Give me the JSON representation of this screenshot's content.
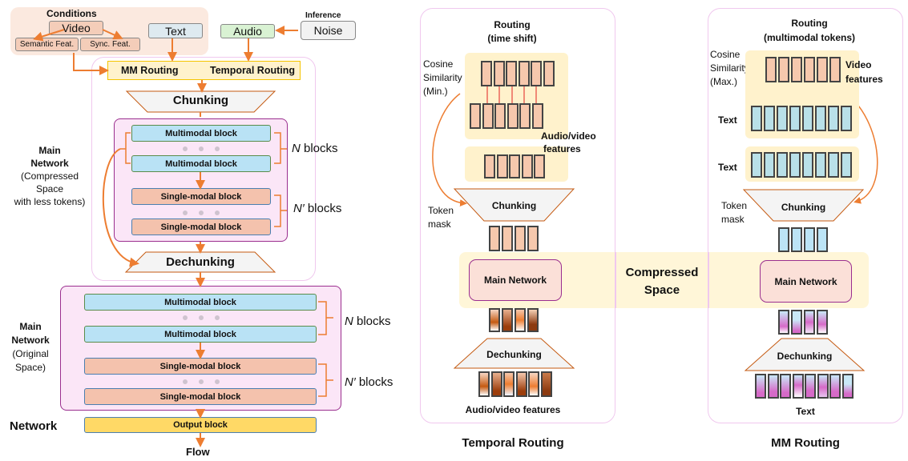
{
  "left": {
    "conditions_title": "Conditions",
    "video": "Video",
    "semantic_feat": "Semantic Feat.",
    "sync_feat": "Sync. Feat.",
    "text": "Text",
    "audio": "Audio",
    "inference": "Inference",
    "noise": "Noise",
    "mm_routing": "MM Routing",
    "temporal_routing": "Temporal Routing",
    "chunking": "Chunking",
    "dechunking": "Dechunking",
    "main_net_compressed": [
      "Main",
      "Network",
      "(Compressed",
      "Space",
      "with less tokens)"
    ],
    "main_net_original": [
      "Main",
      "Network",
      "(Original",
      "Space)"
    ],
    "multimodal_block": "Multimodal block",
    "singlemodal_block": "Single-modal block",
    "n_blocks_var": "N",
    "n_blocks_label": " blocks",
    "nprime_blocks_var": "N′",
    "network_label": "Network",
    "output_block": "Output block",
    "flow": "Flow"
  },
  "temporal": {
    "title_line1": "Routing",
    "title_line2": "(time shift)",
    "cosine": [
      "Cosine",
      "Similarity",
      "(Min.)"
    ],
    "features_label": [
      "Audio/video",
      "features"
    ],
    "chunking": "Chunking",
    "token_mask": [
      "Token",
      "mask"
    ],
    "main_network": "Main Network",
    "dechunking": "Dechunking",
    "bottom_label": "Audio/video features",
    "caption": "Temporal Routing"
  },
  "compressed_space": [
    "Compressed",
    "Space"
  ],
  "mm": {
    "title_line1": "Routing",
    "title_line2": "(multimodal tokens)",
    "cosine": [
      "Cosine",
      "Similarity",
      "(Max.)"
    ],
    "video_features": [
      "Video",
      "features"
    ],
    "text1": "Text",
    "text2": "Text",
    "chunking": "Chunking",
    "token_mask": [
      "Token",
      "mask"
    ],
    "main_network": "Main Network",
    "dechunking": "Dechunking",
    "bottom_label": "Text",
    "caption": "MM Routing"
  },
  "colors": {
    "arrow": "#ed7d31",
    "panel_border": "#f0c8ee",
    "network_border": "#9b2f8f",
    "network_fill": "#fbe6f7",
    "multimodal_fill": "#b9e2f5",
    "singlemodal_fill": "#f4c2ad",
    "output_fill": "#ffd966",
    "routing_fill": "#fff2cc",
    "compressed_fill": "#fff5d6"
  }
}
